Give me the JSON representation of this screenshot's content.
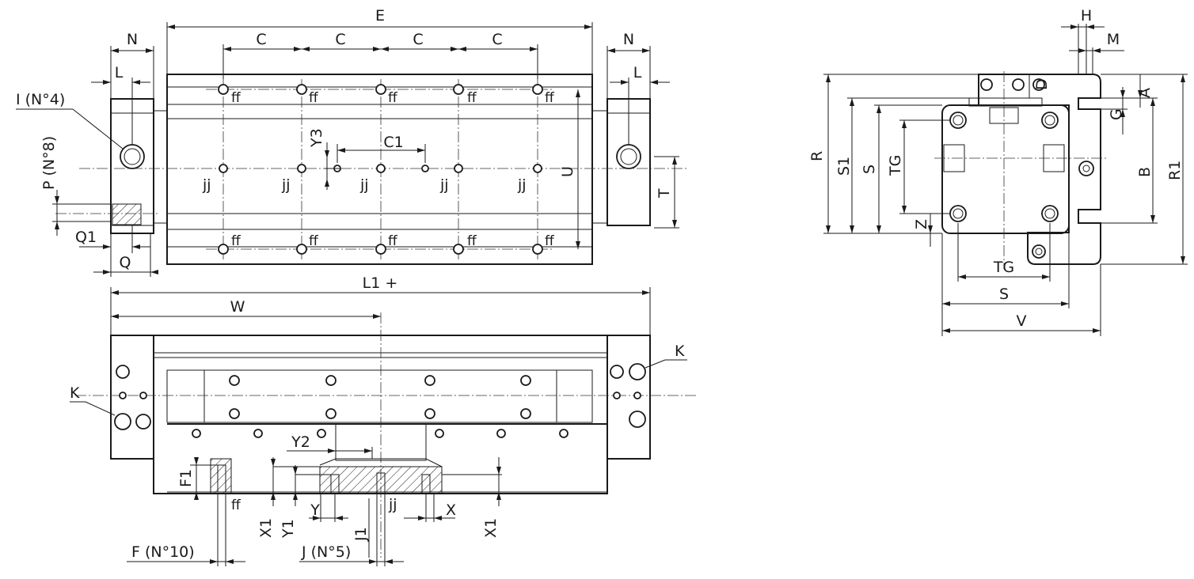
{
  "labels": {
    "E": "E",
    "C": "C",
    "N": "N",
    "L": "L",
    "I": "I (N°4)",
    "P": "P (N°8)",
    "Y3": "Y3",
    "C1": "C1",
    "U": "U",
    "T": "T",
    "ff": "ff",
    "jj": "jj",
    "Q1": "Q1",
    "Q": "Q",
    "L1": "L1 +",
    "W": "W",
    "K": "K",
    "F1": "F1",
    "Y2": "Y2",
    "Y": "Y",
    "X": "X",
    "X1": "X1",
    "Y1": "Y1",
    "J1": "J1",
    "F": "F (N°10)",
    "J": "J (N°5)",
    "H": "H",
    "M": "M",
    "D": "D",
    "A": "A",
    "G": "G",
    "R": "R",
    "S1": "S1",
    "S": "S",
    "TG": "TG",
    "B": "B",
    "R1": "R1",
    "Z": "Z",
    "V": "V"
  }
}
